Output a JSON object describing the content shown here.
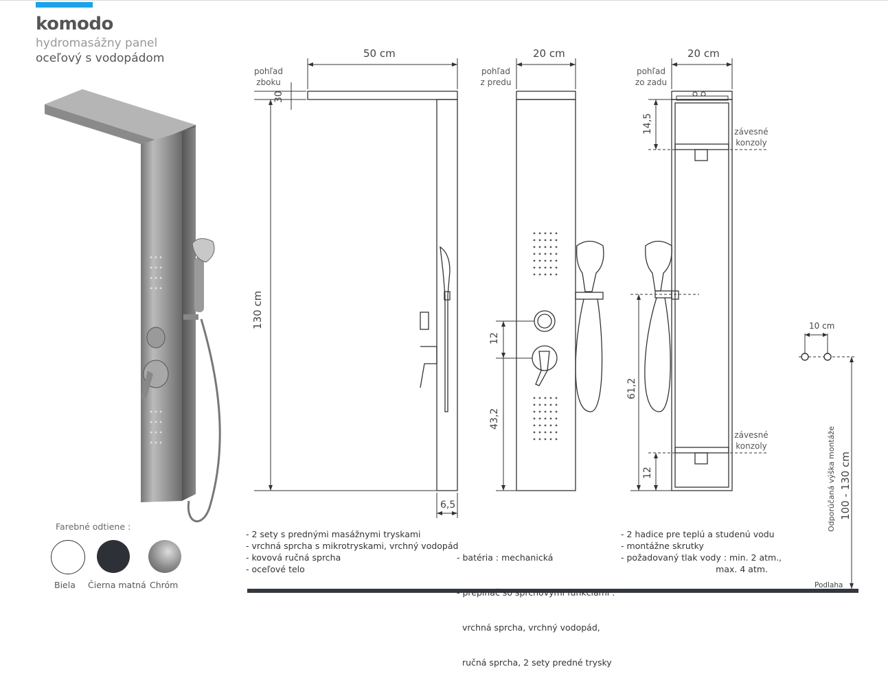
{
  "header": {
    "title": "komodo",
    "subtitle": "hydromasážny panel",
    "material": "oceľový s vodopádom"
  },
  "views": {
    "side": {
      "label_line1": "pohľad",
      "label_line2": "zboku",
      "width": "50 cm",
      "top_thickness": "30",
      "height": "130 cm",
      "depth": "6,5"
    },
    "front": {
      "label_line1": "pohľad",
      "label_line2": "z predu",
      "width": "20 cm",
      "spacing": "12",
      "valve_height": "43,2"
    },
    "back": {
      "label_line1": "pohľad",
      "label_line2": "zo zadu",
      "width": "20 cm",
      "top_offset": "14,5",
      "bracket_top_1": "závesné",
      "bracket_top_2": "konzoly",
      "holder_height": "61,2",
      "bracket_bottom_1": "závesné",
      "bracket_bottom_2": "konzoly",
      "bottom_offset": "12"
    },
    "mount": {
      "spacing": "10 cm",
      "height_caption": "Odporúčaná výška montáže",
      "height_range": "100 - 130 cm",
      "floor": "Podlaha"
    }
  },
  "colors": {
    "title": "Farebné odtiene :",
    "options": [
      {
        "name": "Biela",
        "color": "#ffffff"
      },
      {
        "name": "Čierna matná",
        "color": "#2e3038"
      },
      {
        "name": "Chróm",
        "color": "#8a8a8a"
      }
    ]
  },
  "specs": {
    "col1": [
      "- 2 sety s prednými masážnymi tryskami",
      "- vrchná sprcha s mikrotryskami, vrchný vodopád",
      "- kovová ručná sprcha",
      "- oceľové telo"
    ],
    "col2": [
      "- batéria : mechanická",
      "- prepínač so sprchovými funkciami :",
      "  vrchná sprcha, vrchný vodopád,",
      "  ručná sprcha, 2 sety predné trysky"
    ],
    "col3": [
      "- 2 hadice pre teplú a studenú vodu",
      "- montážne skrutky",
      "- požadovaný tlak vody : min. 2 atm.,",
      "max. 4 atm."
    ]
  },
  "theme": {
    "accent": "#1aa3e8",
    "bar": "#333740"
  }
}
